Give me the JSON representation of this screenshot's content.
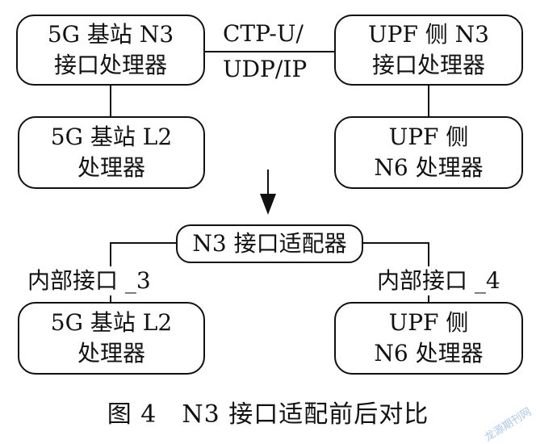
{
  "top": {
    "n3_processor": [
      "5G 基站 N3",
      "接口处理器"
    ],
    "upf_n3_processor": [
      "UPF 侧 N3",
      "接口处理器"
    ],
    "l2_processor": [
      "5G 基站 L2",
      "处理器"
    ],
    "upf_n6_processor": [
      "UPF 侧",
      "N6 处理器"
    ],
    "link_label": [
      "CTP-U/",
      "UDP/IP"
    ]
  },
  "bottom": {
    "adapter": "N3 接口适配器",
    "internal_left": "内部接口 _3",
    "internal_right": "内部接口 _4",
    "l2_processor": [
      "5G 基站 L2",
      "处理器"
    ],
    "upf_n6_processor": [
      "UPF 侧",
      "N6 处理器"
    ]
  },
  "caption": "图 4　N3 接口适配前后对比",
  "watermark": "龙源期刊网"
}
